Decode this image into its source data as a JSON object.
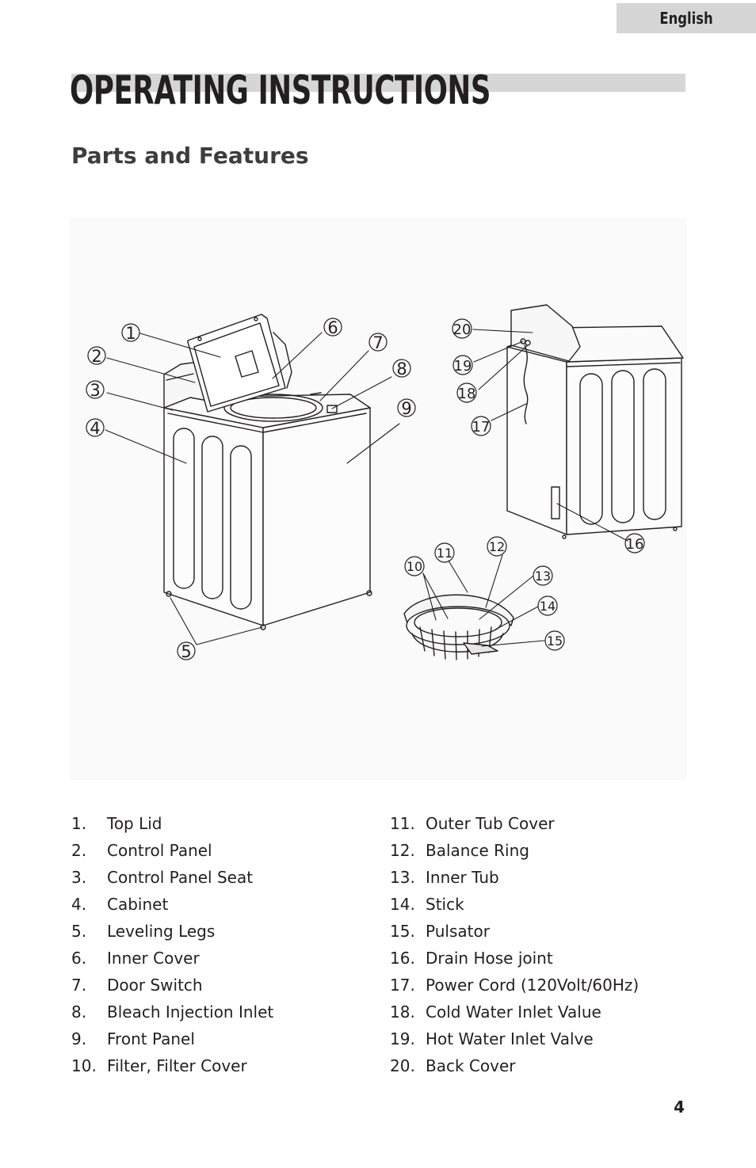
{
  "header": {
    "language_tab": "English"
  },
  "page_title": "OPERATING INSTRUCTIONS",
  "section_title": "Parts and Features",
  "callouts": [
    "1",
    "2",
    "3",
    "4",
    "5",
    "6",
    "7",
    "8",
    "9",
    "10",
    "11",
    "12",
    "13",
    "14",
    "15",
    "16",
    "17",
    "18",
    "19",
    "20"
  ],
  "parts": [
    {
      "num": "1.",
      "label": "Top Lid"
    },
    {
      "num": "2.",
      "label": "Control Panel"
    },
    {
      "num": "3.",
      "label": "Control Panel Seat"
    },
    {
      "num": "4.",
      "label": "Cabinet"
    },
    {
      "num": "5.",
      "label": "Leveling Legs"
    },
    {
      "num": "6.",
      "label": "Inner Cover"
    },
    {
      "num": "7.",
      "label": "Door Switch"
    },
    {
      "num": "8.",
      "label": "Bleach Injection Inlet"
    },
    {
      "num": "9.",
      "label": "Front Panel"
    },
    {
      "num": "10.",
      "label": "Filter, Filter Cover"
    },
    {
      "num": "11.",
      "label": "Outer Tub Cover"
    },
    {
      "num": "12.",
      "label": "Balance Ring"
    },
    {
      "num": "13.",
      "label": "Inner Tub"
    },
    {
      "num": "14.",
      "label": "Stick"
    },
    {
      "num": "15.",
      "label": "Pulsator"
    },
    {
      "num": "16.",
      "label": "Drain Hose joint"
    },
    {
      "num": "17.",
      "label": "Power Cord (120Volt/60Hz)"
    },
    {
      "num": "18.",
      "label": "Cold Water Inlet Value"
    },
    {
      "num": "19.",
      "label": "Hot Water Inlet Valve"
    },
    {
      "num": "20.",
      "label": "Back Cover"
    }
  ],
  "footer": {
    "page_number": "4"
  }
}
